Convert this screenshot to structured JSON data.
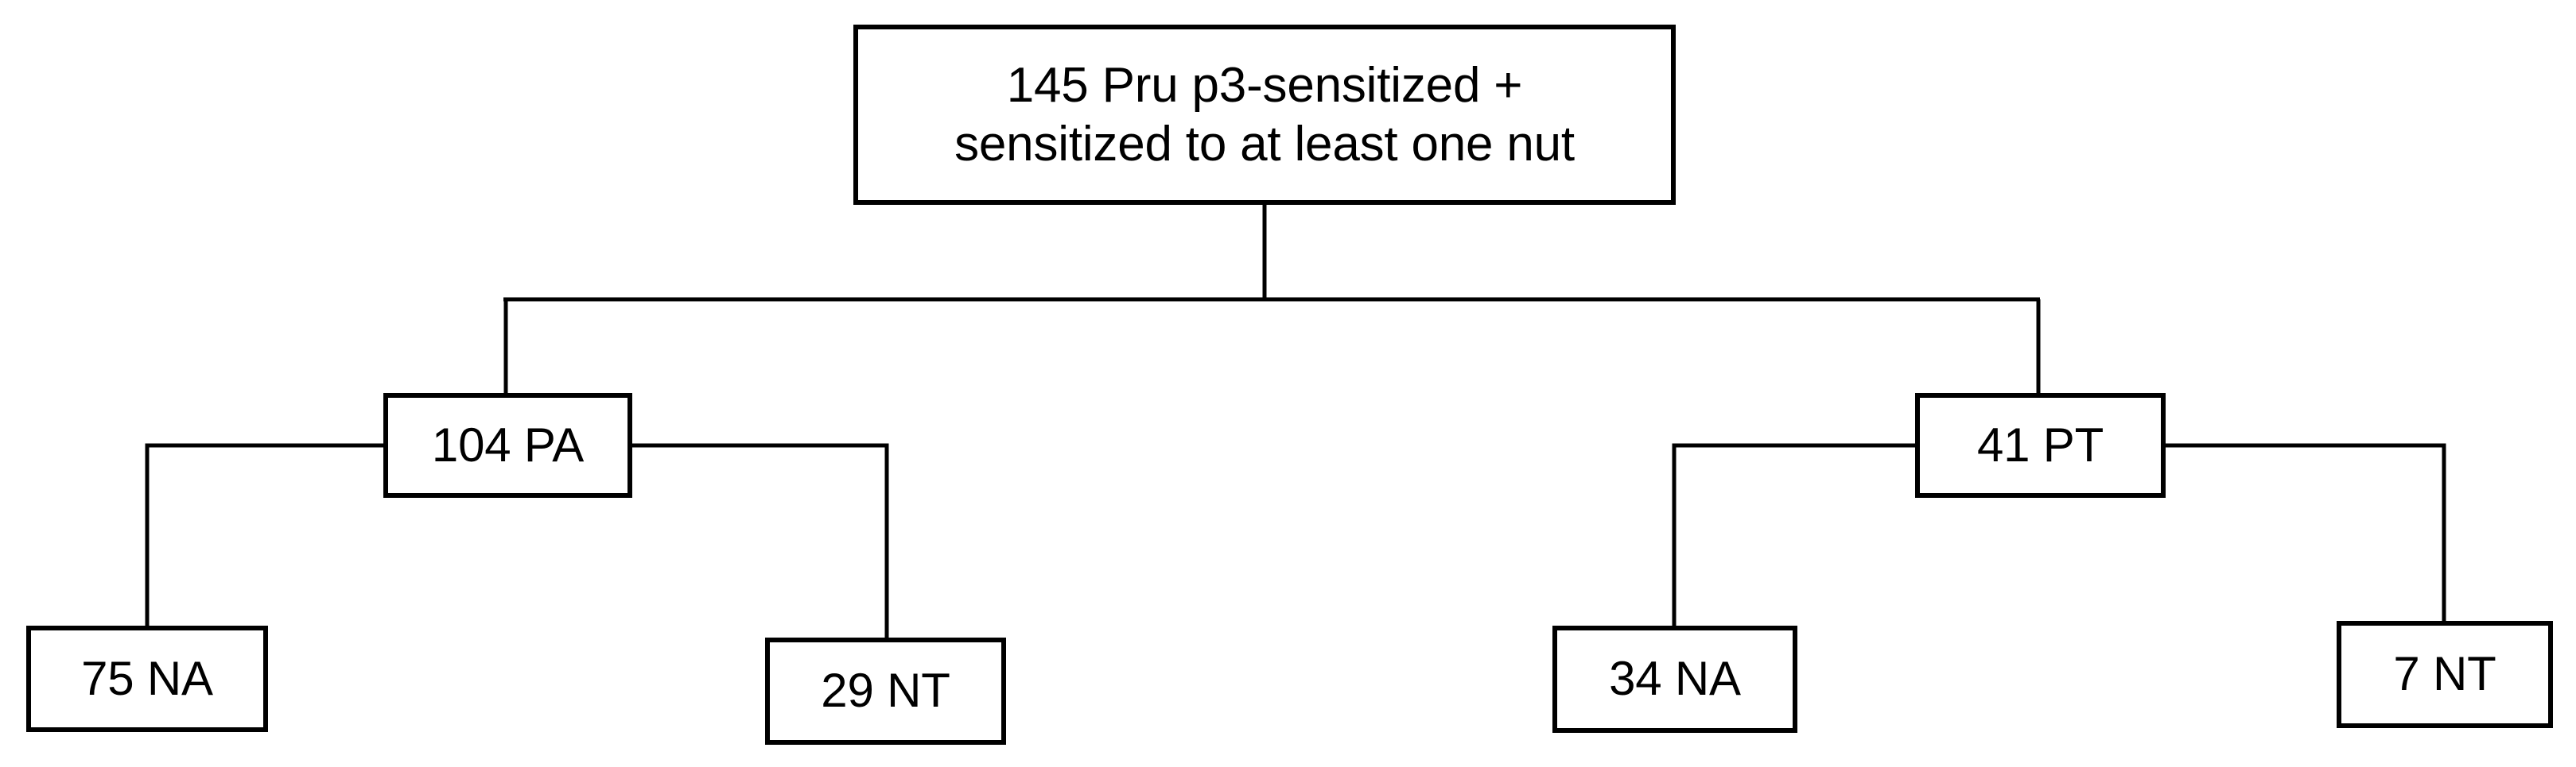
{
  "diagram": {
    "type": "flowchart",
    "orientation": "top-down",
    "background_color": "#ffffff",
    "line_color": "#000000",
    "box_border_color": "#000000",
    "box_fill_color": "#ffffff",
    "text_color": "#000000"
  },
  "nodes": {
    "root": {
      "id": "root",
      "count": 145,
      "label": "145 Pru p3-sensitized +\nsensitized to at least one nut",
      "line1": "145 Pru p3-sensitized +",
      "line2": "sensitized to at least one nut",
      "level": 1
    },
    "pa": {
      "id": "pa",
      "count": 104,
      "code": "PA",
      "label": "104 PA",
      "level": 2
    },
    "pt": {
      "id": "pt",
      "count": 41,
      "code": "PT",
      "label": "41 PT",
      "level": 2
    },
    "pa_na": {
      "id": "pa_na",
      "count": 75,
      "code": "NA",
      "label": "75 NA",
      "level": 3,
      "parent": "pa"
    },
    "pa_nt": {
      "id": "pa_nt",
      "count": 29,
      "code": "NT",
      "label": "29 NT",
      "level": 3,
      "parent": "pa"
    },
    "pt_na": {
      "id": "pt_na",
      "count": 34,
      "code": "NA",
      "label": "34 NA",
      "level": 3,
      "parent": "pt"
    },
    "pt_nt": {
      "id": "pt_nt",
      "count": 7,
      "code": "NT",
      "label": "7 NT",
      "level": 3,
      "parent": "pt"
    }
  },
  "edges": [
    {
      "from": "root",
      "to": "pa"
    },
    {
      "from": "root",
      "to": "pt"
    },
    {
      "from": "pa",
      "to": "pa_na"
    },
    {
      "from": "pa",
      "to": "pa_nt"
    },
    {
      "from": "pt",
      "to": "pt_na"
    },
    {
      "from": "pt",
      "to": "pt_nt"
    }
  ]
}
